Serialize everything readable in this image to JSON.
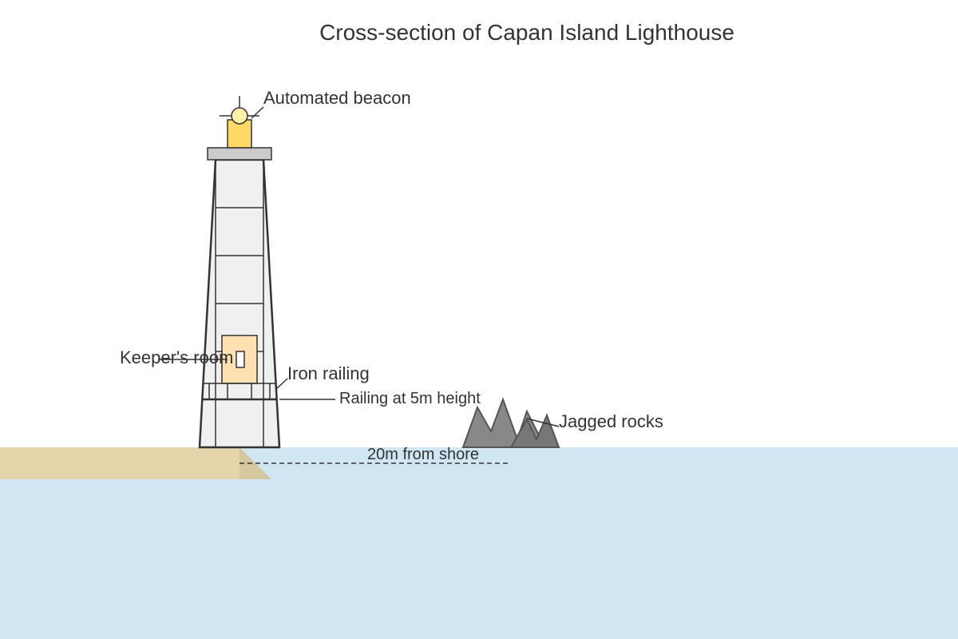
{
  "title": "Cross-section of Capan Island Lighthouse",
  "labels": {
    "beacon": "Automated beacon",
    "keepers_room": "Keeper's room",
    "iron_railing": "Iron railing",
    "railing_height": "Railing at 5m height",
    "rocks": "Jagged rocks",
    "distance": "20m from shore"
  },
  "colors": {
    "sea": "#d0e6f3",
    "sand": "#e4d5ab",
    "tower": "#f0f0f0",
    "beacon": "#ffd966",
    "beacon_light": "#fff2a8",
    "room": "#ffe0b0",
    "rocks": "#888888",
    "gallery": "#cccccc"
  }
}
